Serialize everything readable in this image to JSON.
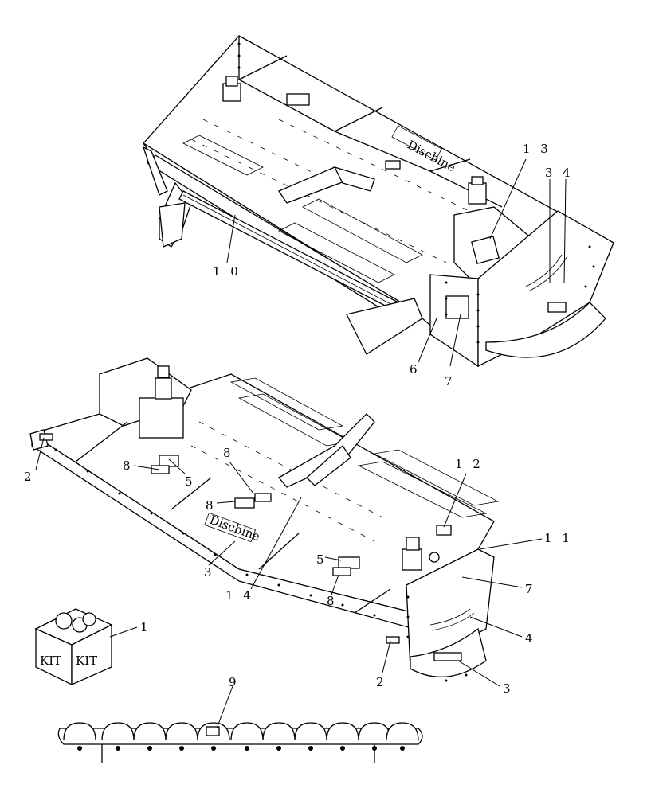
{
  "diagram": {
    "callouts": {
      "c1": "1",
      "c2a": "2",
      "c2b": "2",
      "c3a": "3",
      "c3b": "3",
      "c3c": "3",
      "c4a": "4",
      "c4b": "4",
      "c5a": "5",
      "c5b": "5",
      "c6": "6",
      "c7a": "7",
      "c7b": "7",
      "c8a": "8",
      "c8b": "8",
      "c8c": "8",
      "c9": "9",
      "c10": "1 0",
      "c11": "1 1",
      "c12": "1 2",
      "c13": "1 3",
      "c14": "1 4"
    },
    "decal_text": {
      "brand_top": "Discbine",
      "brand_bottom": "Discbine",
      "kit_left": "KIT",
      "kit_right": "KIT"
    }
  }
}
